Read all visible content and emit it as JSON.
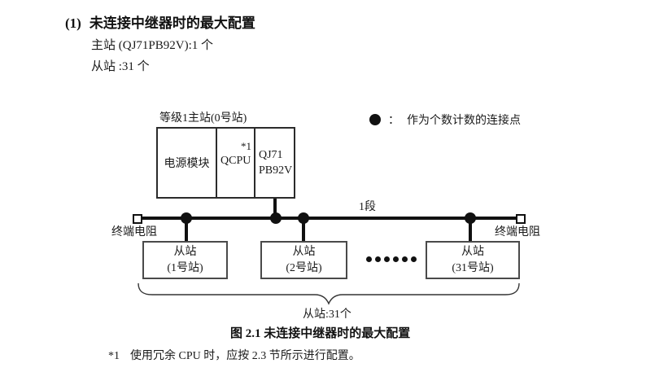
{
  "header": {
    "number": "(1)",
    "title": "未连接中继器时的最大配置",
    "master_count": "主站 (QJ71PB92V):1 个",
    "slave_count": "从站 :31 个"
  },
  "diagram": {
    "master_label": "等级1主站(0号站)",
    "master": {
      "power": "电源模块",
      "cpu": "QCPU",
      "cpu_note": "*1",
      "net_line1": "QJ71",
      "net_line2": "PB92V"
    },
    "legend": {
      "separator": "：",
      "text": "作为个数计数的连接点"
    },
    "segment_label": "1段",
    "terminator_left": "终端电阻",
    "terminator_right": "终端电阻",
    "slaves": [
      {
        "line1": "从站",
        "line2": "(1号站)"
      },
      {
        "line1": "从站",
        "line2": "(2号站)"
      },
      {
        "line1": "从站",
        "line2": "(31号站)"
      }
    ],
    "brace_label": "从站:31个"
  },
  "caption": "图 2.1 未连接中继器时的最大配置",
  "footnote": {
    "marker": "*1",
    "text": "使用冗余 CPU 时，应按 2.3 节所示进行配置。"
  }
}
